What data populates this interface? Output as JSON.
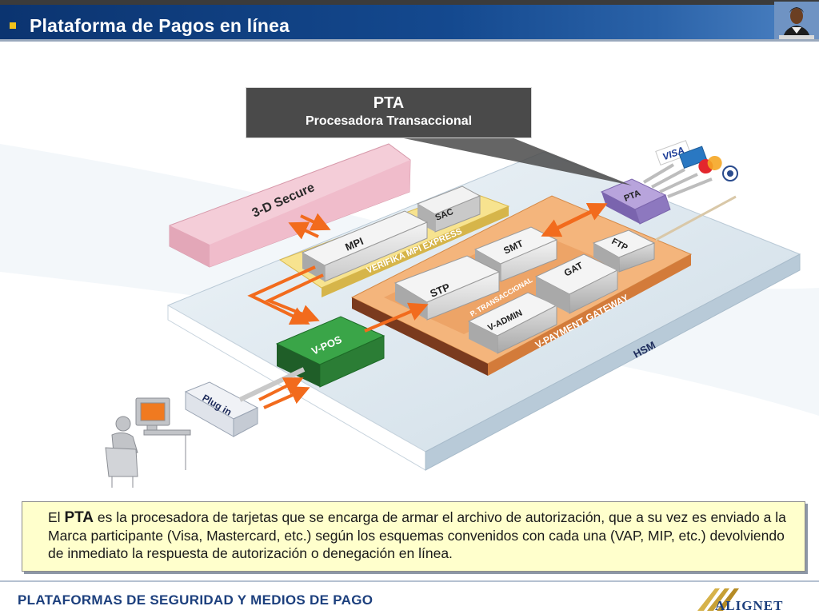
{
  "header": {
    "title": "Plataforma de Pagos en línea",
    "photo_icon": "presenter-photo-icon"
  },
  "callout": {
    "title": "PTA",
    "subtitle": "Procesadora Transaccional"
  },
  "diagram": {
    "nodes": {
      "secure3d": "3-D Secure",
      "mpi": "MPI",
      "sac": "SAC",
      "verifika": "VERIFIKA MPI EXPRESS",
      "smt": "SMT",
      "stp": "STP",
      "ptrans": "P. TRANSACCIONAL",
      "vadmin": "V-ADMIN",
      "gat": "GAT",
      "ftp": "FTP",
      "pta": "PTA",
      "vpg": "V-PAYMENT GATEWAY",
      "hsm": "HSM",
      "vpos": "V-POS",
      "plugin": "Plug in"
    },
    "cards": [
      "VISA",
      "AMEX",
      "MasterCard",
      "Diners"
    ],
    "colors": {
      "platform": "#dce7ee",
      "orange_layer": "#f2b27a",
      "yellow_layer": "#f6e28a",
      "pink_block": "#f2c6d2",
      "arrow": "#f26b1d",
      "vpos": "#2f8c3a",
      "pta": "#9b84c4"
    },
    "person_icon": "user-at-computer-icon"
  },
  "caption": {
    "pre": "El ",
    "bold": "PTA",
    "text": " es la procesadora de tarjetas que se encarga de armar el archivo de autorización, que a su vez es enviado a la Marca participante (Visa, Mastercard, etc.) según los esquemas convenidos con cada una (VAP, MIP, etc.) devolviendo de inmediato la respuesta de autorización o denegación en línea."
  },
  "footer": {
    "title": "PLATAFORMAS DE SEGURIDAD Y MEDIOS DE PAGO",
    "logo": "ALIGNET"
  }
}
